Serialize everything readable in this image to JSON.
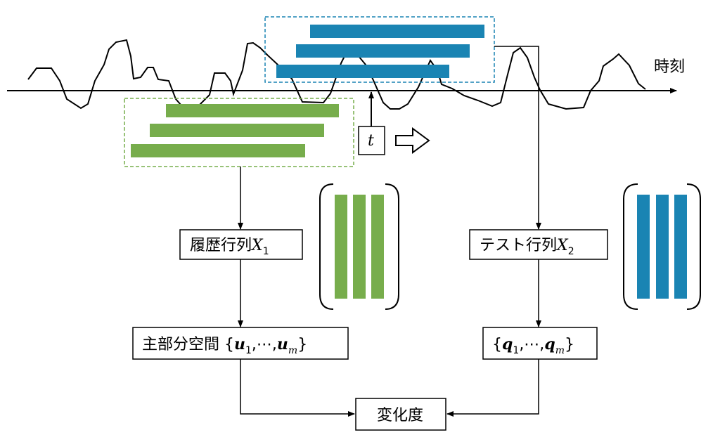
{
  "labels": {
    "time_axis": "時刻",
    "t_marker": "t",
    "history_matrix": "履歴行列",
    "history_var": "X",
    "history_sub": "1",
    "test_matrix": "テスト行列",
    "test_var": "X",
    "test_sub": "2",
    "principal_subspace": "主部分空間 ",
    "u_open": "{",
    "u_first": "u",
    "u_first_sub": "1",
    "u_sep": ",⋯,",
    "u_last": "u",
    "u_last_sub": "m",
    "u_close": "}",
    "q_open": "{",
    "q_first": "q",
    "q_first_sub": "1",
    "q_sep": ",⋯,",
    "q_last": "q",
    "q_last_sub": "m",
    "q_close": "}",
    "change_degree": "変化度"
  },
  "colors": {
    "history": "#77ad4c",
    "test": "#1a84b3",
    "line": "#000000"
  },
  "icons": {
    "slide": "hollow-right-arrow-icon"
  }
}
